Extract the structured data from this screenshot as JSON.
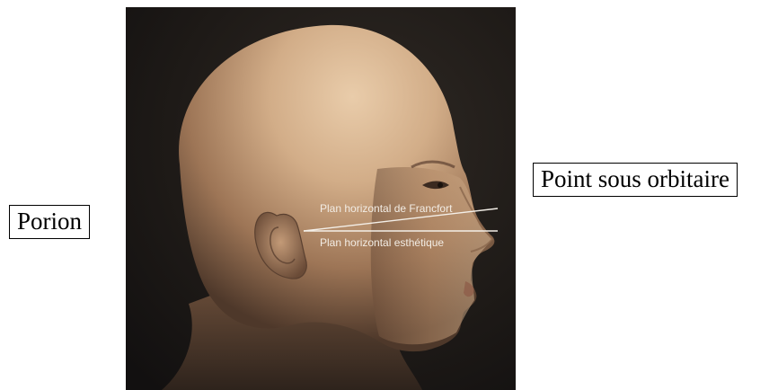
{
  "labels": {
    "porion": "Porion",
    "point_sous_orbitaire": "Point sous orbitaire"
  },
  "figure": {
    "plane_frankfort": "Plan horizontal de Francfort",
    "plane_esthetique": "Plan horizontal esthétique"
  },
  "colors": {
    "background_dark": "#1a1714",
    "skin_light": "#d9b896",
    "skin_mid": "#b58c68",
    "skin_shadow": "#5a4030",
    "line_color": "#f4efe8"
  }
}
